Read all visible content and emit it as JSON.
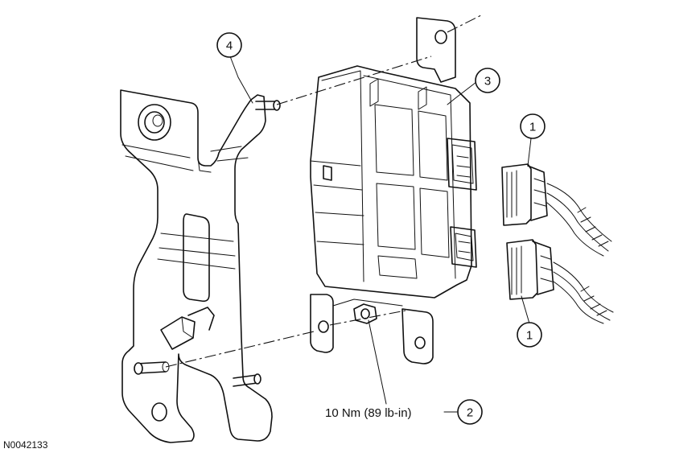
{
  "callouts": {
    "c1_upper": "1",
    "c1_lower": "1",
    "c2": "2",
    "c3": "3",
    "c4": "4"
  },
  "torque_spec": "10 Nm (89 lb-in)",
  "figure_id": "N0042133"
}
